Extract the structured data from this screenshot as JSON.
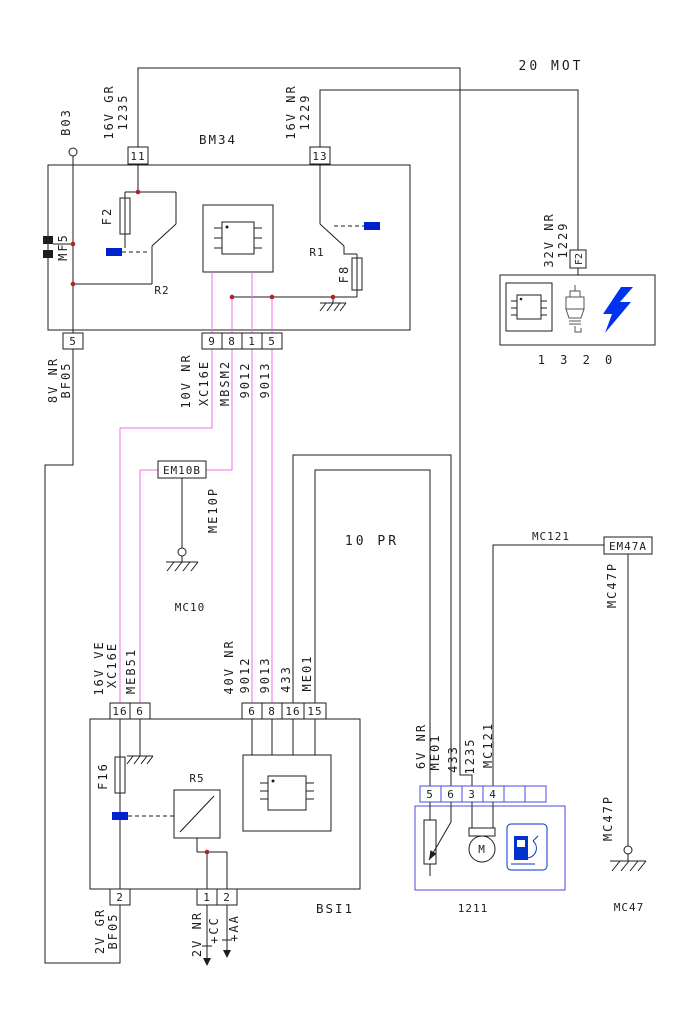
{
  "harness": {
    "mot20": "20 MOT",
    "pr10": "10 PR"
  },
  "b03": "B03",
  "bm34": {
    "name": "BM34",
    "pin11": "11",
    "pin13": "13",
    "pin5_out": "5",
    "pin9": "9",
    "pin8": "8",
    "pin1": "1",
    "pin5b": "5",
    "f2": "F2",
    "f8": "F8",
    "r1": "R1",
    "r2": "R2",
    "mf5": "MF5"
  },
  "bsi1": {
    "name": "BSI1",
    "pin16": "16",
    "pin6": "6",
    "pin6r": "6",
    "pin8": "8",
    "pin16r": "16",
    "pin15": "15",
    "pin2": "2",
    "pin1b": "1",
    "pin2b": "2",
    "f16": "F16",
    "r5": "R5"
  },
  "c1320": {
    "name": "1 3 2 0",
    "f2": "F2"
  },
  "c1211": {
    "name": "1211",
    "pin5": "5",
    "pin6": "6",
    "pin3": "3",
    "pin4": "4",
    "motor": "M"
  },
  "wires": {
    "conn_16v_gr": "16V GR",
    "num_1235": "1235",
    "conn_16v_nr": "16V NR",
    "num_1229": "1229",
    "conn_32v_nr": "32V NR",
    "num_1229b": "1229",
    "conn_8v_nr": "8V NR",
    "num_bf05": "BF05",
    "conn_10v_nr": "10V NR",
    "num_xc16e": "XC16E",
    "num_mbsm2": "MBSM2",
    "num_9012": "9012",
    "num_9013": "9013",
    "conn_16v_ve": "16V VE",
    "num_xc16e_b": "XC16E",
    "num_meb51": "MEB51",
    "conn_40v_nr": "40V NR",
    "num_9012b": "9012",
    "num_9013b": "9013",
    "num_433b": "433",
    "num_me01b": "ME01",
    "conn_2v_gr": "2V GR",
    "num_bf05b": "BF05",
    "conn_2v_nr": "2V NR",
    "plus_cc": "+CC",
    "plus_aa": "+AA",
    "conn_6v_nr": "6V NR",
    "num_me01p": "ME01",
    "num_433p": "433",
    "num_1235p": "1235",
    "num_mc121p": "MC121",
    "mc121": "MC121"
  },
  "grounds": {
    "em10b": "EM10B",
    "me10p": "ME10P",
    "mc10": "MC10",
    "em47a": "EM47A",
    "mc47p_upper": "MC47P",
    "mc47p_lower": "MC47P",
    "mc47": "MC47"
  }
}
